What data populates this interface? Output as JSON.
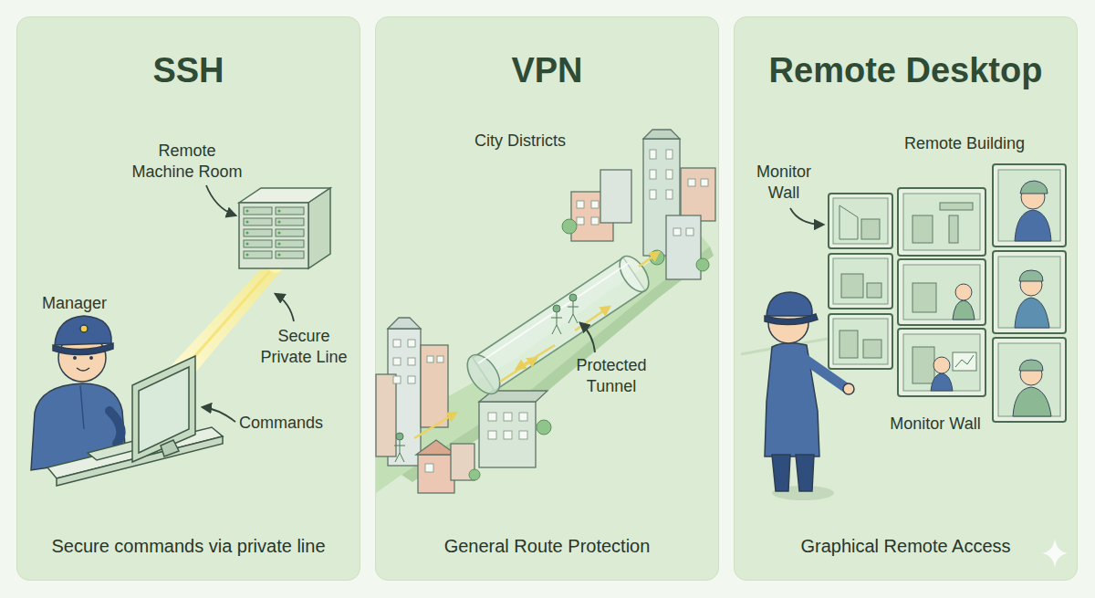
{
  "diagram": {
    "nodes": [
      {
        "text": [
          "SSH",
          "Secure commands via private line"
        ]
      },
      {
        "text": [
          "VPN",
          "General Route Protection"
        ]
      },
      {
        "text": [
          "Remote Desktop",
          "Graphical Remote Access"
        ]
      }
    ],
    "labels": [
      "Remote Machine Room",
      "Manager",
      "Secure Private Line",
      "Commands",
      "City Districts",
      "Protected Tunnel",
      "Remote Building",
      "Monitor Wall",
      "Monitor Wall"
    ]
  }
}
